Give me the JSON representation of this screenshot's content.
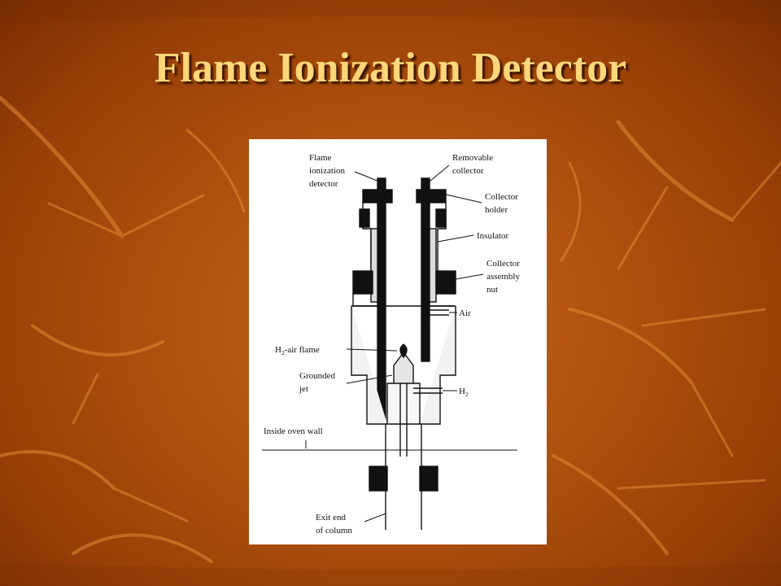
{
  "slide": {
    "title": "Flame Ionization Detector",
    "colors": {
      "background": "#b0520f",
      "title": "#ffd77a",
      "leaf_veins": "#e08a35",
      "figure_background": "#ffffff"
    }
  },
  "diagram": {
    "labels": {
      "fid_1": "Flame",
      "fid_2": "ionization",
      "fid_3": "detector",
      "removable_1": "Removable",
      "removable_2": "collector",
      "holder_1": "Collector",
      "holder_2": "holder",
      "insulator": "Insulator",
      "assembly_1": "Collector",
      "assembly_2": "assembly",
      "assembly_3": "nut",
      "air": "Air",
      "flame_main": "H",
      "flame_sub": "2",
      "flame_rest": "-air flame",
      "jet_1": "Grounded",
      "jet_2": "jet",
      "h2_main": "H",
      "h2_sub": "2",
      "oven_wall": "Inside oven wall",
      "exit_1": "Exit end",
      "exit_2": "of column"
    }
  }
}
